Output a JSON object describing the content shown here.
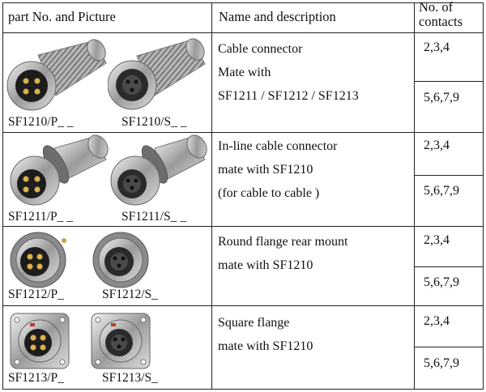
{
  "header": {
    "col1": "part No. and Picture",
    "col2": "Name and description",
    "col3_line1": "No. of",
    "col3_line2": "contacts"
  },
  "rows": [
    {
      "part_p": "SF1210/P_ _",
      "part_s": "SF1210/S_ _",
      "desc": [
        "Cable connector",
        "Mate with",
        "SF1211 / SF1212 / SF1213"
      ],
      "contacts_a": "2,3,4",
      "contacts_b": "5,6,7,9"
    },
    {
      "part_p": "SF1211/P_ _",
      "part_s": "SF1211/S_ _",
      "desc": [
        "In-line cable connector",
        "mate with SF1210",
        "(for cable to cable )"
      ],
      "contacts_a": "2,3,4",
      "contacts_b": "5,6,7,9"
    },
    {
      "part_p": "SF1212/P_",
      "part_s": "SF1212/S_",
      "desc": [
        "Round flange rear mount",
        "mate with SF1210"
      ],
      "contacts_a": "2,3,4",
      "contacts_b": "5,6,7,9"
    },
    {
      "part_p": "SF1213/P_",
      "part_s": "SF1213/S_",
      "desc": [
        "Square flange",
        "mate with SF1210"
      ],
      "contacts_a": "2,3,4",
      "contacts_b": "5,6,7,9"
    }
  ]
}
